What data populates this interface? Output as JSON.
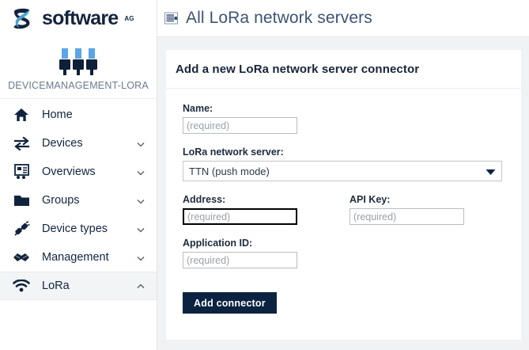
{
  "brand": {
    "name": "software",
    "superscript": "AG",
    "logo_icon": "software-ag-s-logo"
  },
  "sidebar": {
    "tenant": {
      "name": "DEVICEMANAGEMENT-LORA",
      "icon": "device-management-plugs-icon"
    },
    "items": [
      {
        "label": "Home",
        "icon": "home-icon",
        "expandable": false,
        "active": false
      },
      {
        "label": "Devices",
        "icon": "devices-transfer-icon",
        "expandable": true,
        "active": false
      },
      {
        "label": "Overviews",
        "icon": "overviews-presentation-icon",
        "expandable": true,
        "active": false
      },
      {
        "label": "Groups",
        "icon": "groups-folder-icon",
        "expandable": true,
        "active": false
      },
      {
        "label": "Device types",
        "icon": "device-types-plug-icon",
        "expandable": true,
        "active": false
      },
      {
        "label": "Management",
        "icon": "management-handshake-icon",
        "expandable": true,
        "active": false
      },
      {
        "label": "LoRa",
        "icon": "lora-signal-icon",
        "expandable": true,
        "active": true
      }
    ]
  },
  "header": {
    "menu_icon": "list-view-icon",
    "title": "All LoRa network servers"
  },
  "card": {
    "title": "Add a new LoRa network server connector",
    "fields": {
      "name": {
        "label": "Name:",
        "value": "",
        "placeholder": "(required)"
      },
      "network_server": {
        "label": "LoRa network server:",
        "selected": "TTN (push mode)",
        "arrow_icon": "chevron-down-icon"
      },
      "address": {
        "label": "Address:",
        "value": "",
        "placeholder": "(required)",
        "focused": true
      },
      "api_key": {
        "label": "API Key:",
        "value": "",
        "placeholder": "(required)"
      },
      "application_id": {
        "label": "Application ID:",
        "value": "",
        "placeholder": "(required)"
      }
    },
    "submit_label": "Add connector"
  },
  "colors": {
    "navy": "#0b2341",
    "accent_blue": "#5aa5e8",
    "title_blue": "#3d5473",
    "content_bg": "#f1f2f4"
  }
}
